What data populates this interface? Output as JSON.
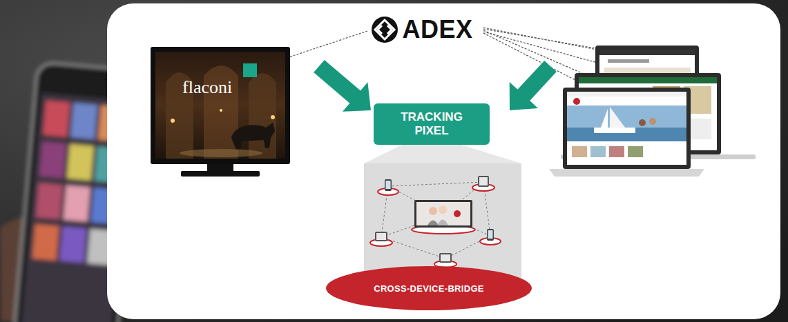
{
  "diagram": {
    "nodes": [
      {
        "text": [
          "ADEX"
        ]
      },
      {
        "text": [
          "TRACKING PIXEL"
        ]
      },
      {
        "text": [
          "CROSS-DEVICE-BRIDGE"
        ]
      }
    ],
    "labels": [
      "flaconi"
    ]
  }
}
